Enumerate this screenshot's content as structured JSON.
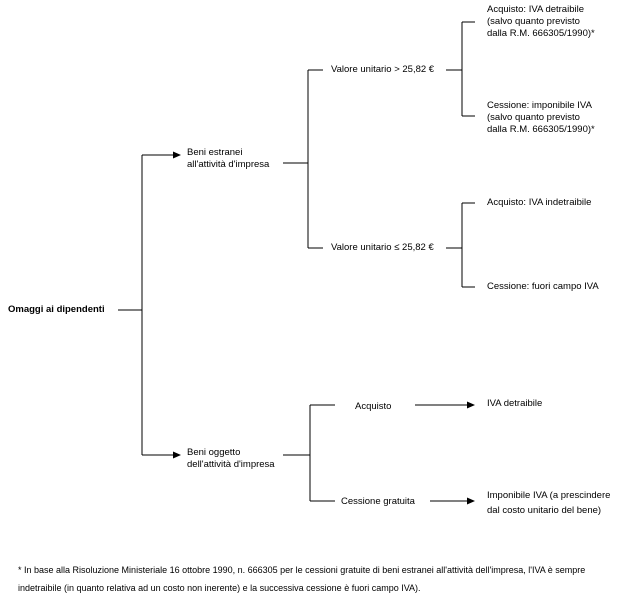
{
  "root": {
    "label": "Omaggi ai dipendenti"
  },
  "branch_estranei": {
    "label_l1": "Beni estranei",
    "label_l2": "all'attività d'impresa",
    "over": {
      "label": "Valore unitario > 25,82 €",
      "acquisto_l1": "Acquisto: IVA detraibile",
      "acquisto_l2": "(salvo quanto previsto",
      "acquisto_l3": "dalla R.M. 666305/1990)*",
      "cessione_l1": "Cessione: imponibile IVA",
      "cessione_l2": "(salvo quanto previsto",
      "cessione_l3": "dalla R.M. 666305/1990)*"
    },
    "under": {
      "label": "Valore unitario ≤ 25,82 €",
      "acquisto": "Acquisto: IVA indetraibile",
      "cessione": "Cessione: fuori campo IVA"
    }
  },
  "branch_oggetto": {
    "label_l1": "Beni oggetto",
    "label_l2": "dell'attività d'impresa",
    "acquisto": {
      "label": "Acquisto",
      "result": "IVA detraibile"
    },
    "cessione": {
      "label": "Cessione gratuita",
      "result_l1": "Imponibile IVA (a prescindere",
      "result_l2": "dal costo unitario del bene)"
    }
  },
  "footnote": "* In base alla Risoluzione Ministeriale 16 ottobre 1990, n. 666305 per le cessioni gratuite di beni estranei all'attività dell'impresa, l'IVA è sempre indetraibile (in quanto relativa ad un costo non inerente) e la successiva cessione è fuori campo IVA)."
}
